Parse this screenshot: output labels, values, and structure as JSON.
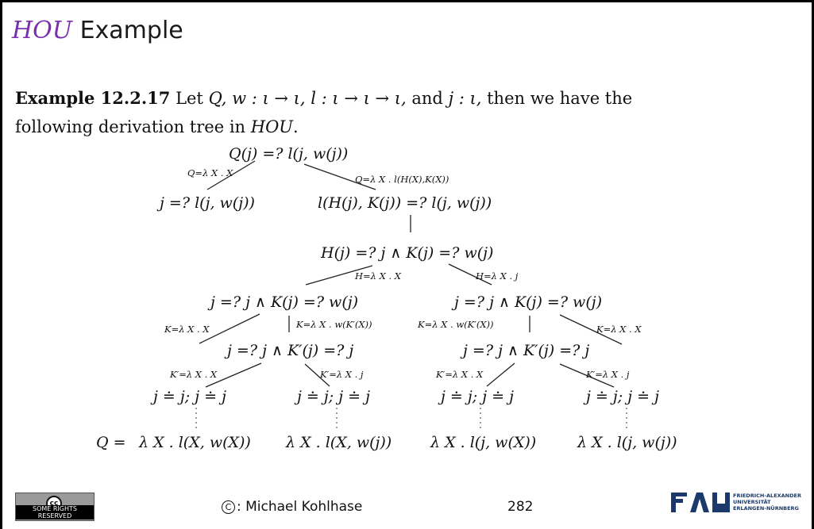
{
  "header": {
    "title_cal": "HOU",
    "title_rest": " Example"
  },
  "example": {
    "heading": "Example 12.2.17",
    "line1_a": "Let",
    "line1_b": "Q, w : ι → ι,",
    "line1_c": "l : ι → ι → ι,",
    "line1_d": "and",
    "line1_e": "j : ι,",
    "line1_f": "then we have the",
    "line2_a": "following derivation tree in",
    "line2_cal": "HOU",
    "line2_end": "."
  },
  "tree": {
    "root": "Q(j) =? l(j, w(j))",
    "l_q1": "Q=λ X . X",
    "l_q2": "Q=λ X . l(H(X),K(X))",
    "n1_left": "j =? l(j, w(j))",
    "n1_right": "l(H(j), K(j)) =? l(j, w(j))",
    "n2": "H(j) =? j ∧ K(j) =? w(j)",
    "l_h1": "H=λ X . X",
    "l_h2": "H=λ X . j",
    "n3_left": "j =? j ∧ K(j) =? w(j)",
    "n3_right": "j =? j ∧ K(j) =? w(j)",
    "l_k1": "K=λ X . X",
    "l_k2": "K=λ X . w(K′(X))",
    "l_k3": "K=λ X . w(K′(X))",
    "l_k4": "K=λ X . X",
    "n4_left": "j =? j ∧ K′(j) =? j",
    "n4_right": "j =? j ∧ K′(j) =? j",
    "l_kp1": "K′=λ X . X",
    "l_kp2": "K′=λ X . j",
    "l_kp3": "K′=λ X . X",
    "l_kp4": "K′=λ X . j",
    "leaf": "j ≐ j; j ≐ j",
    "sol_prefix": "Q =",
    "sol1": "λ X . l(X, w(X))",
    "sol2": "λ X . l(X, w(j))",
    "sol3": "λ X . l(j, w(X))",
    "sol4": "λ X . l(j, w(j))"
  },
  "footer": {
    "cc_symbol": "cc",
    "cc_text": "SOME RIGHTS RESERVED",
    "copyright_symbol": "C",
    "author": ": Michael Kohlhase",
    "page": "282",
    "fau_text": "FRIEDRICH-ALEXANDER\nUNIVERSITÄT\nERLANGEN-NÜRNBERG"
  },
  "colors": {
    "title_cal": "#7b2fb0",
    "fau_blue": "#1b3a6b"
  }
}
